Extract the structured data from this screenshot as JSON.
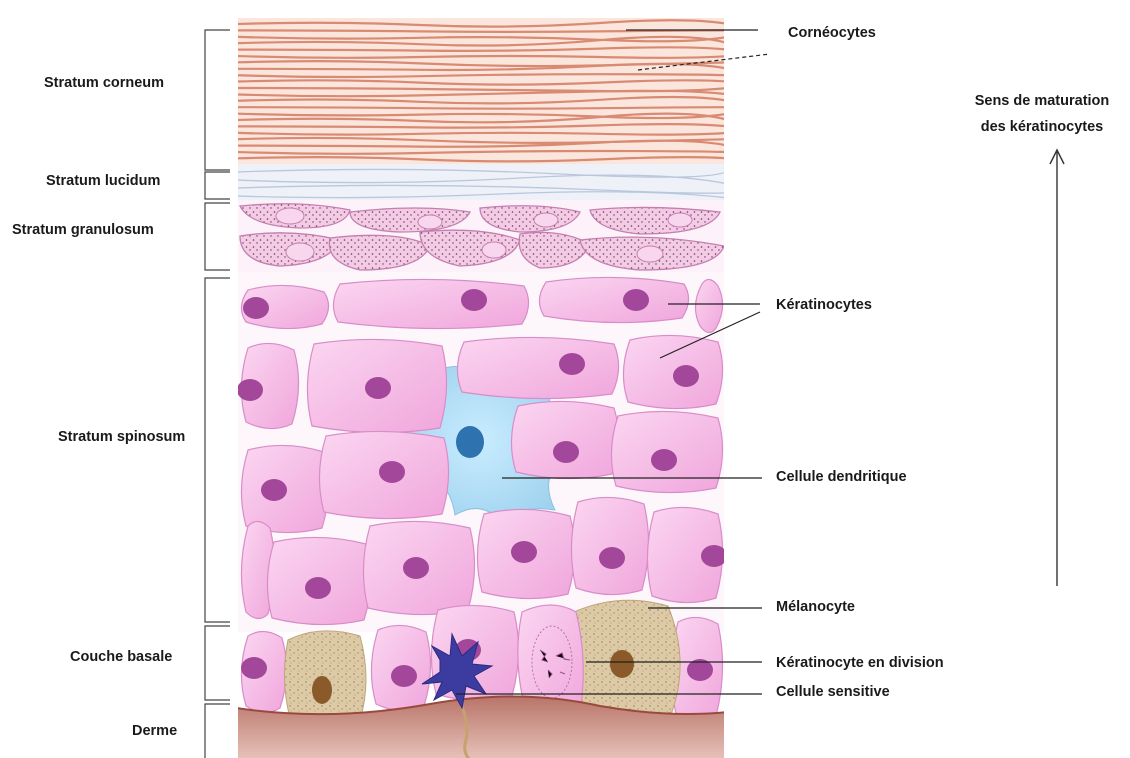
{
  "layers": {
    "corneum": "Stratum corneum",
    "lucidum": "Stratum lucidum",
    "granulosum": "Stratum granulosum",
    "spinosum": "Stratum spinosum",
    "basale": "Couche basale",
    "derme": "Derme"
  },
  "cells": {
    "corneocytes": "Cornéocytes",
    "keratinocytes": "Kératinocytes",
    "dendritic": "Cellule dendritique",
    "melanocyte": "Mélanocyte",
    "dividing": "Kératinocyte en division",
    "sensory": "Cellule sensitive"
  },
  "maturation": {
    "line1": "Sens de maturation",
    "line2": "des kératinocytes"
  },
  "colors": {
    "corneum_stroke": "#d98a72",
    "corneum_fill": "#f6d0c0",
    "lucidum": "#dfe6f0",
    "cell_fill": "#f6b7e6",
    "nucleus": "#a3479b",
    "dendritic": "#a9d6ec",
    "dendritic_nucleus": "#2f72b0",
    "melanocyte_fill": "#dcc9a6",
    "melanin": "#8a5a2b",
    "sensory": "#3c3ca0",
    "dermis": "#c98f84"
  }
}
